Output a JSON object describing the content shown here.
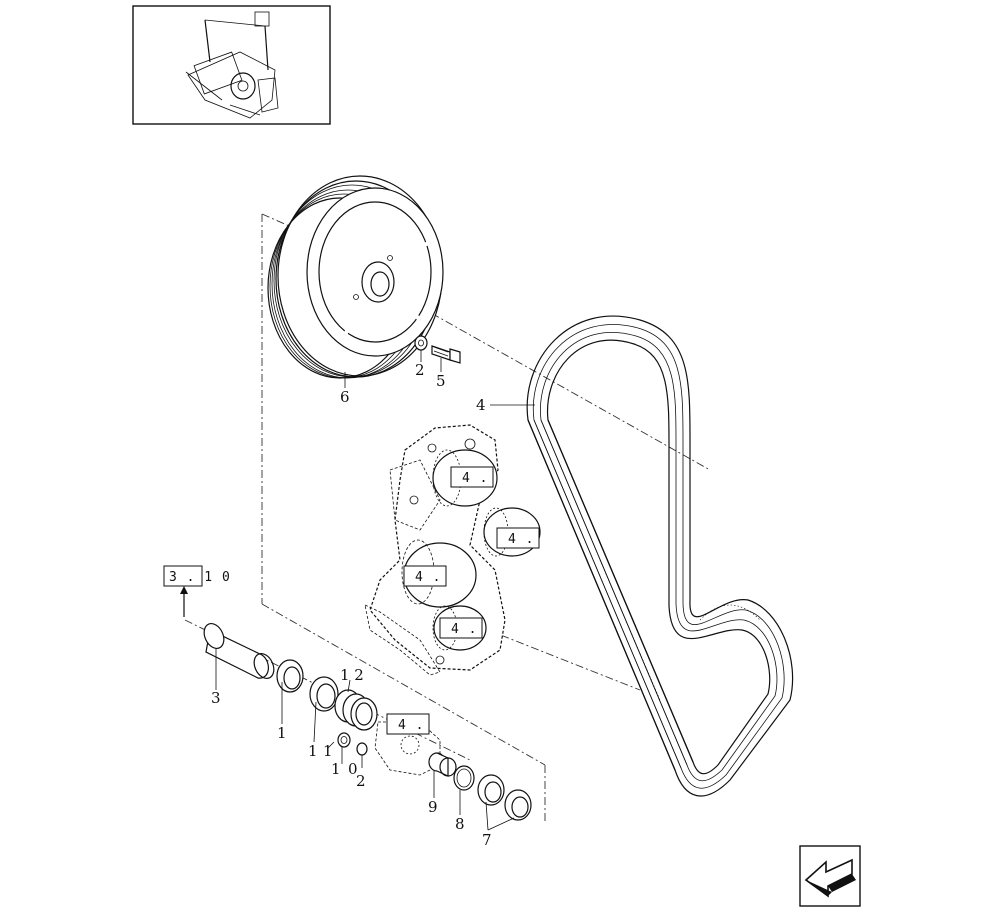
{
  "callouts": {
    "c6": "6",
    "c2a": "2",
    "c5": "5",
    "c4": "4",
    "c3": "3",
    "c1a": "1",
    "c1b": "1",
    "c12top": "1 2",
    "c1c": "1",
    "c1d": "1",
    "c0": "0",
    "c2b": "2",
    "c9": "9",
    "c8": "8",
    "c7": "7"
  },
  "refs": {
    "r310": "3 . 1 0",
    "r4a": "4 .",
    "r4b": "4 .",
    "r4c": "4 .",
    "r4d": "4 .",
    "r4e": "4 ."
  }
}
